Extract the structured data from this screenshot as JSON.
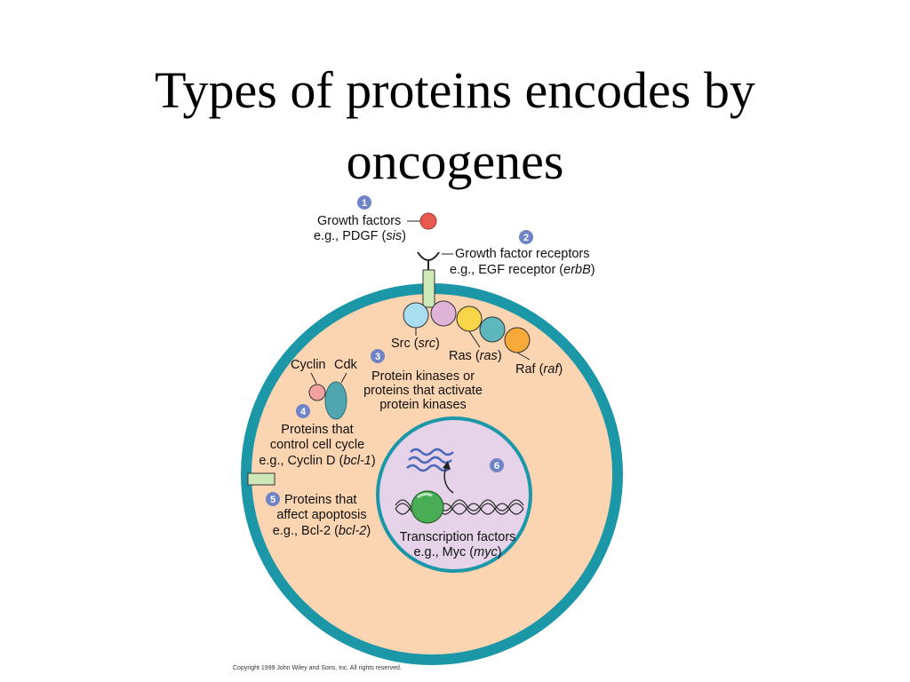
{
  "title": {
    "line1": "Types of proteins encodes by",
    "line2": "oncogenes"
  },
  "colors": {
    "membrane": "#1b97a8",
    "cytoplasm": "#fbd5b2",
    "nucleus": "#e6d3e9",
    "growth_factor": "#e85a4f",
    "receptor": "#cfe8b8",
    "src": "#a9def0",
    "pink_protein": "#dfb2d8",
    "ras": "#f9d54a",
    "teal_protein": "#5cb8bd",
    "raf": "#f7a93a",
    "cyclin": "#f3a0a0",
    "cdk": "#4fa6b1",
    "transcription_factor": "#49ad55",
    "number_badge": "#6f84c6"
  },
  "items": [
    {
      "number": "1",
      "label": "Growth factors",
      "example_prefix": "e.g., PDGF (",
      "gene": "sis",
      "example_suffix": ")"
    },
    {
      "number": "2",
      "label": "Growth factor receptors",
      "example_prefix": "e.g., EGF receptor (",
      "gene": "erbB",
      "example_suffix": ")"
    },
    {
      "number": "3",
      "label": "Protein kinases or",
      "label2": "proteins that activate",
      "label3": "protein kinases"
    },
    {
      "number": "4",
      "label": "Proteins that",
      "label2": "control cell cycle",
      "example_prefix": "e.g., Cyclin D (",
      "gene": "bcl-1",
      "example_suffix": ")"
    },
    {
      "number": "5",
      "label": "Proteins that",
      "label2": "affect apoptosis",
      "example_prefix": "e.g., Bcl-2 (",
      "gene": "bcl-2",
      "example_suffix": ")"
    },
    {
      "number": "6",
      "label": "Transcription factors",
      "example_prefix": "e.g., Myc (",
      "gene": "myc",
      "example_suffix": ")"
    }
  ],
  "kinases": {
    "src": {
      "name": "Src (",
      "gene": "src",
      "close": ")"
    },
    "ras": {
      "name": "Ras (",
      "gene": "ras",
      "close": ")"
    },
    "raf": {
      "name": "Raf (",
      "gene": "raf",
      "close": ")"
    }
  },
  "cell_cycle_labels": {
    "cyclin": "Cyclin",
    "cdk": "Cdk"
  },
  "copyright": "Copyright 1999 John Wiley and Sons, Inc. All rights reserved."
}
